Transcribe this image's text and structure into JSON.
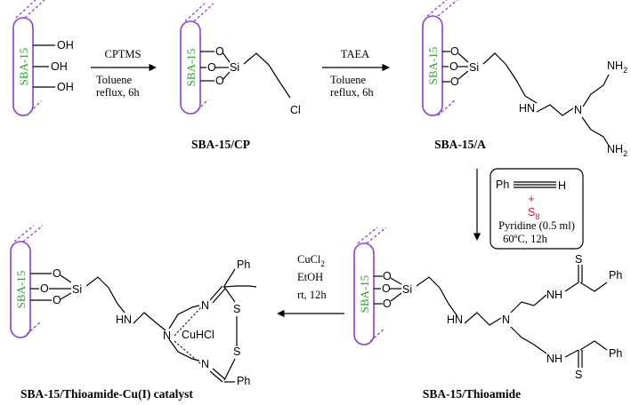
{
  "support": "SBA-15",
  "atoms": {
    "oh": "OH",
    "o": "O",
    "si": "Si",
    "cl": "Cl",
    "hn": "HN",
    "n": "N",
    "nh2": "NH",
    "nh2_sub": "2",
    "s": "S",
    "nh": "NH",
    "ph": "Ph",
    "h": "H",
    "plus": "+",
    "s8": "S",
    "s8_sub": "8",
    "cuhcl": "CuHCl"
  },
  "steps": {
    "step1": {
      "reagent": "CPTMS",
      "solvent": "Toluene",
      "conditions": "reflux, 6h"
    },
    "step2": {
      "reagent": "TAEA",
      "solvent": "Toluene",
      "conditions": "reflux, 6h"
    },
    "step3": {
      "base": "Pyridine (0.5 ml)",
      "conditions": "60ºC, 12h"
    },
    "step4": {
      "reagent": "CuCl",
      "reagent_sub": "2",
      "solvent": "EtOH",
      "conditions": "rt, 12h"
    }
  },
  "labels": {
    "cp": "SBA-15/CP",
    "amine": "SBA-15/A",
    "thioamide": "SBA-15/Thioamide",
    "catalyst": "SBA-15/Thioamide-Cu(I) catalyst"
  }
}
